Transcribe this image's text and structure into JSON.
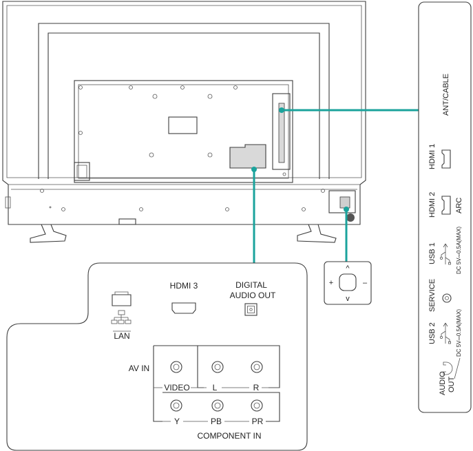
{
  "side_panel": {
    "ant_cable": "ANT/CABLE",
    "hdmi1": "HDMI 1",
    "hdmi2": "HDMI 2",
    "arc": "ARC",
    "usb1": "USB 1",
    "usb1_spec": "DC 5V⎓0.5A(MAX)",
    "service": "SERVICE",
    "usb2": "USB 2",
    "usb2_spec": "DC 5V⎓0.5A(MAX)",
    "audio_out_line1": "AUDIO",
    "audio_out_line2": "OUT"
  },
  "bottom_panel": {
    "lan": "LAN",
    "hdmi3": "HDMI 3",
    "digital_line1": "DIGITAL",
    "digital_line2": "AUDIO OUT",
    "av_in": "AV IN",
    "video": "VIDEO",
    "l": "L",
    "r": "R",
    "y": "Y",
    "pb": "PB",
    "pr": "PR",
    "component_in": "COMPONENT IN"
  },
  "control": {
    "up": "^",
    "down": "v",
    "plus": "+",
    "minus": "–"
  },
  "colors": {
    "callout": "#1ba39c",
    "outline": "#3c3c3c"
  }
}
